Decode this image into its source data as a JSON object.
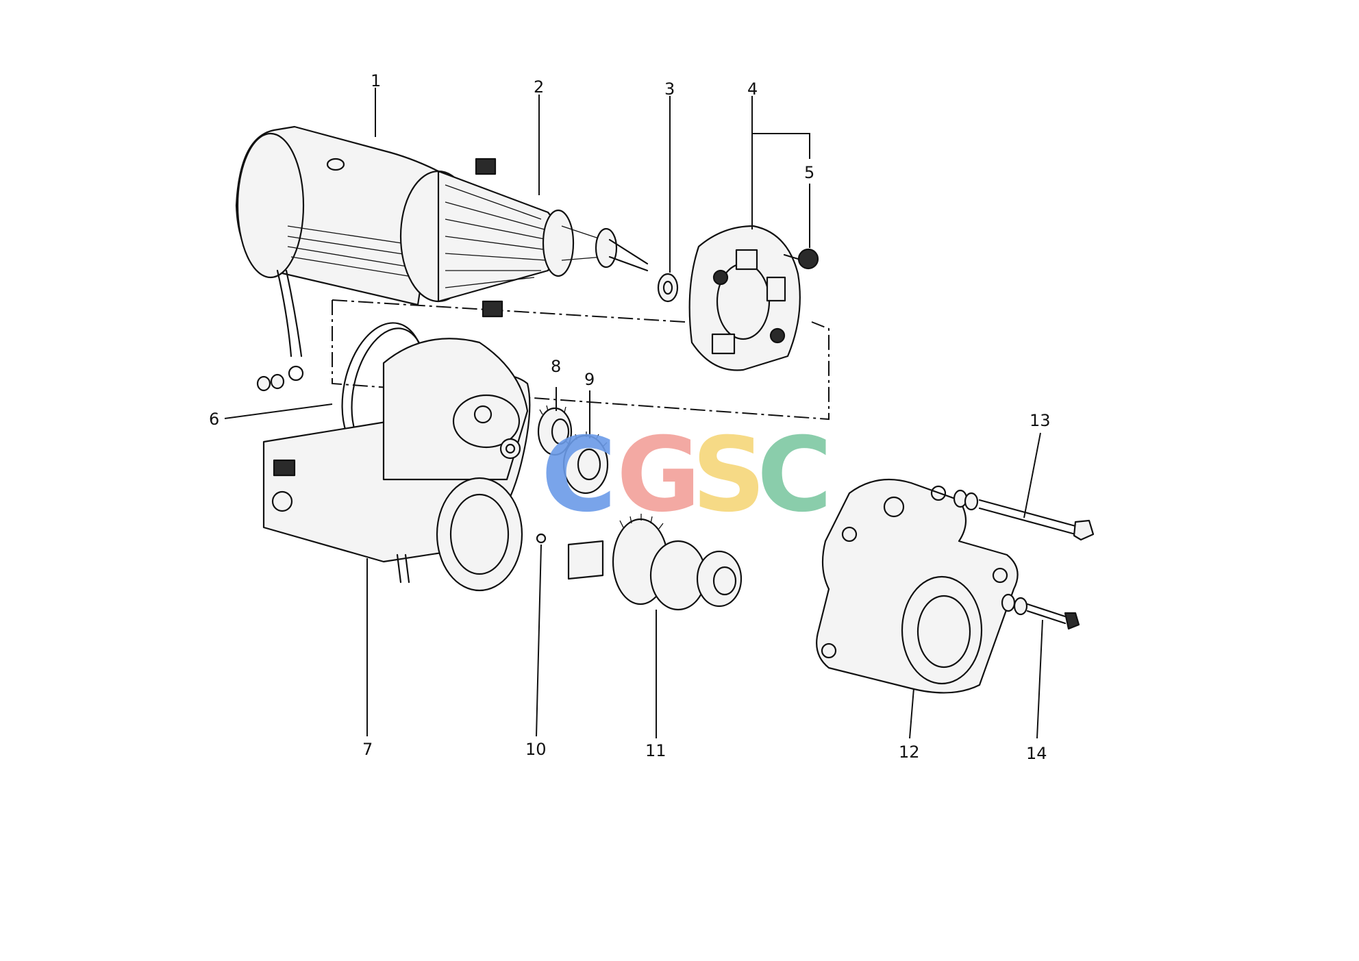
{
  "callouts": {
    "n1": "1",
    "n2": "2",
    "n3": "3",
    "n4": "4",
    "n5": "5",
    "n6": "6",
    "n7": "7",
    "n8": "8",
    "n9": "9",
    "n10": "10",
    "n11": "11",
    "n12": "12",
    "n13": "13",
    "n14": "14"
  },
  "watermark": {
    "letters": [
      "C",
      "G",
      "S",
      "C"
    ],
    "colors": [
      "#6b9be8",
      "#f2a09a",
      "#f6d77a",
      "#7ec8a3"
    ]
  },
  "colors": {
    "ink": "#111111",
    "background": "#ffffff"
  }
}
